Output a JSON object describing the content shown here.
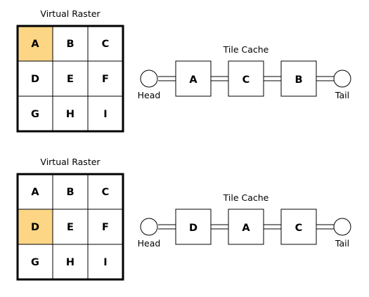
{
  "colors": {
    "highlight": "#fcd685",
    "stroke": "#000000",
    "background": "#ffffff"
  },
  "panels": [
    {
      "raster_title": "Virtual Raster",
      "cells": [
        "A",
        "B",
        "C",
        "D",
        "E",
        "F",
        "G",
        "H",
        "I"
      ],
      "highlighted": [
        "A"
      ],
      "cache_title": "Tile Cache",
      "head_label": "Head",
      "tail_label": "Tail",
      "nodes": [
        "A",
        "C",
        "B"
      ]
    },
    {
      "raster_title": "Virtual Raster",
      "cells": [
        "A",
        "B",
        "C",
        "D",
        "E",
        "F",
        "G",
        "H",
        "I"
      ],
      "highlighted": [
        "D"
      ],
      "cache_title": "Tile Cache",
      "head_label": "Head",
      "tail_label": "Tail",
      "nodes": [
        "D",
        "A",
        "C"
      ]
    }
  ]
}
